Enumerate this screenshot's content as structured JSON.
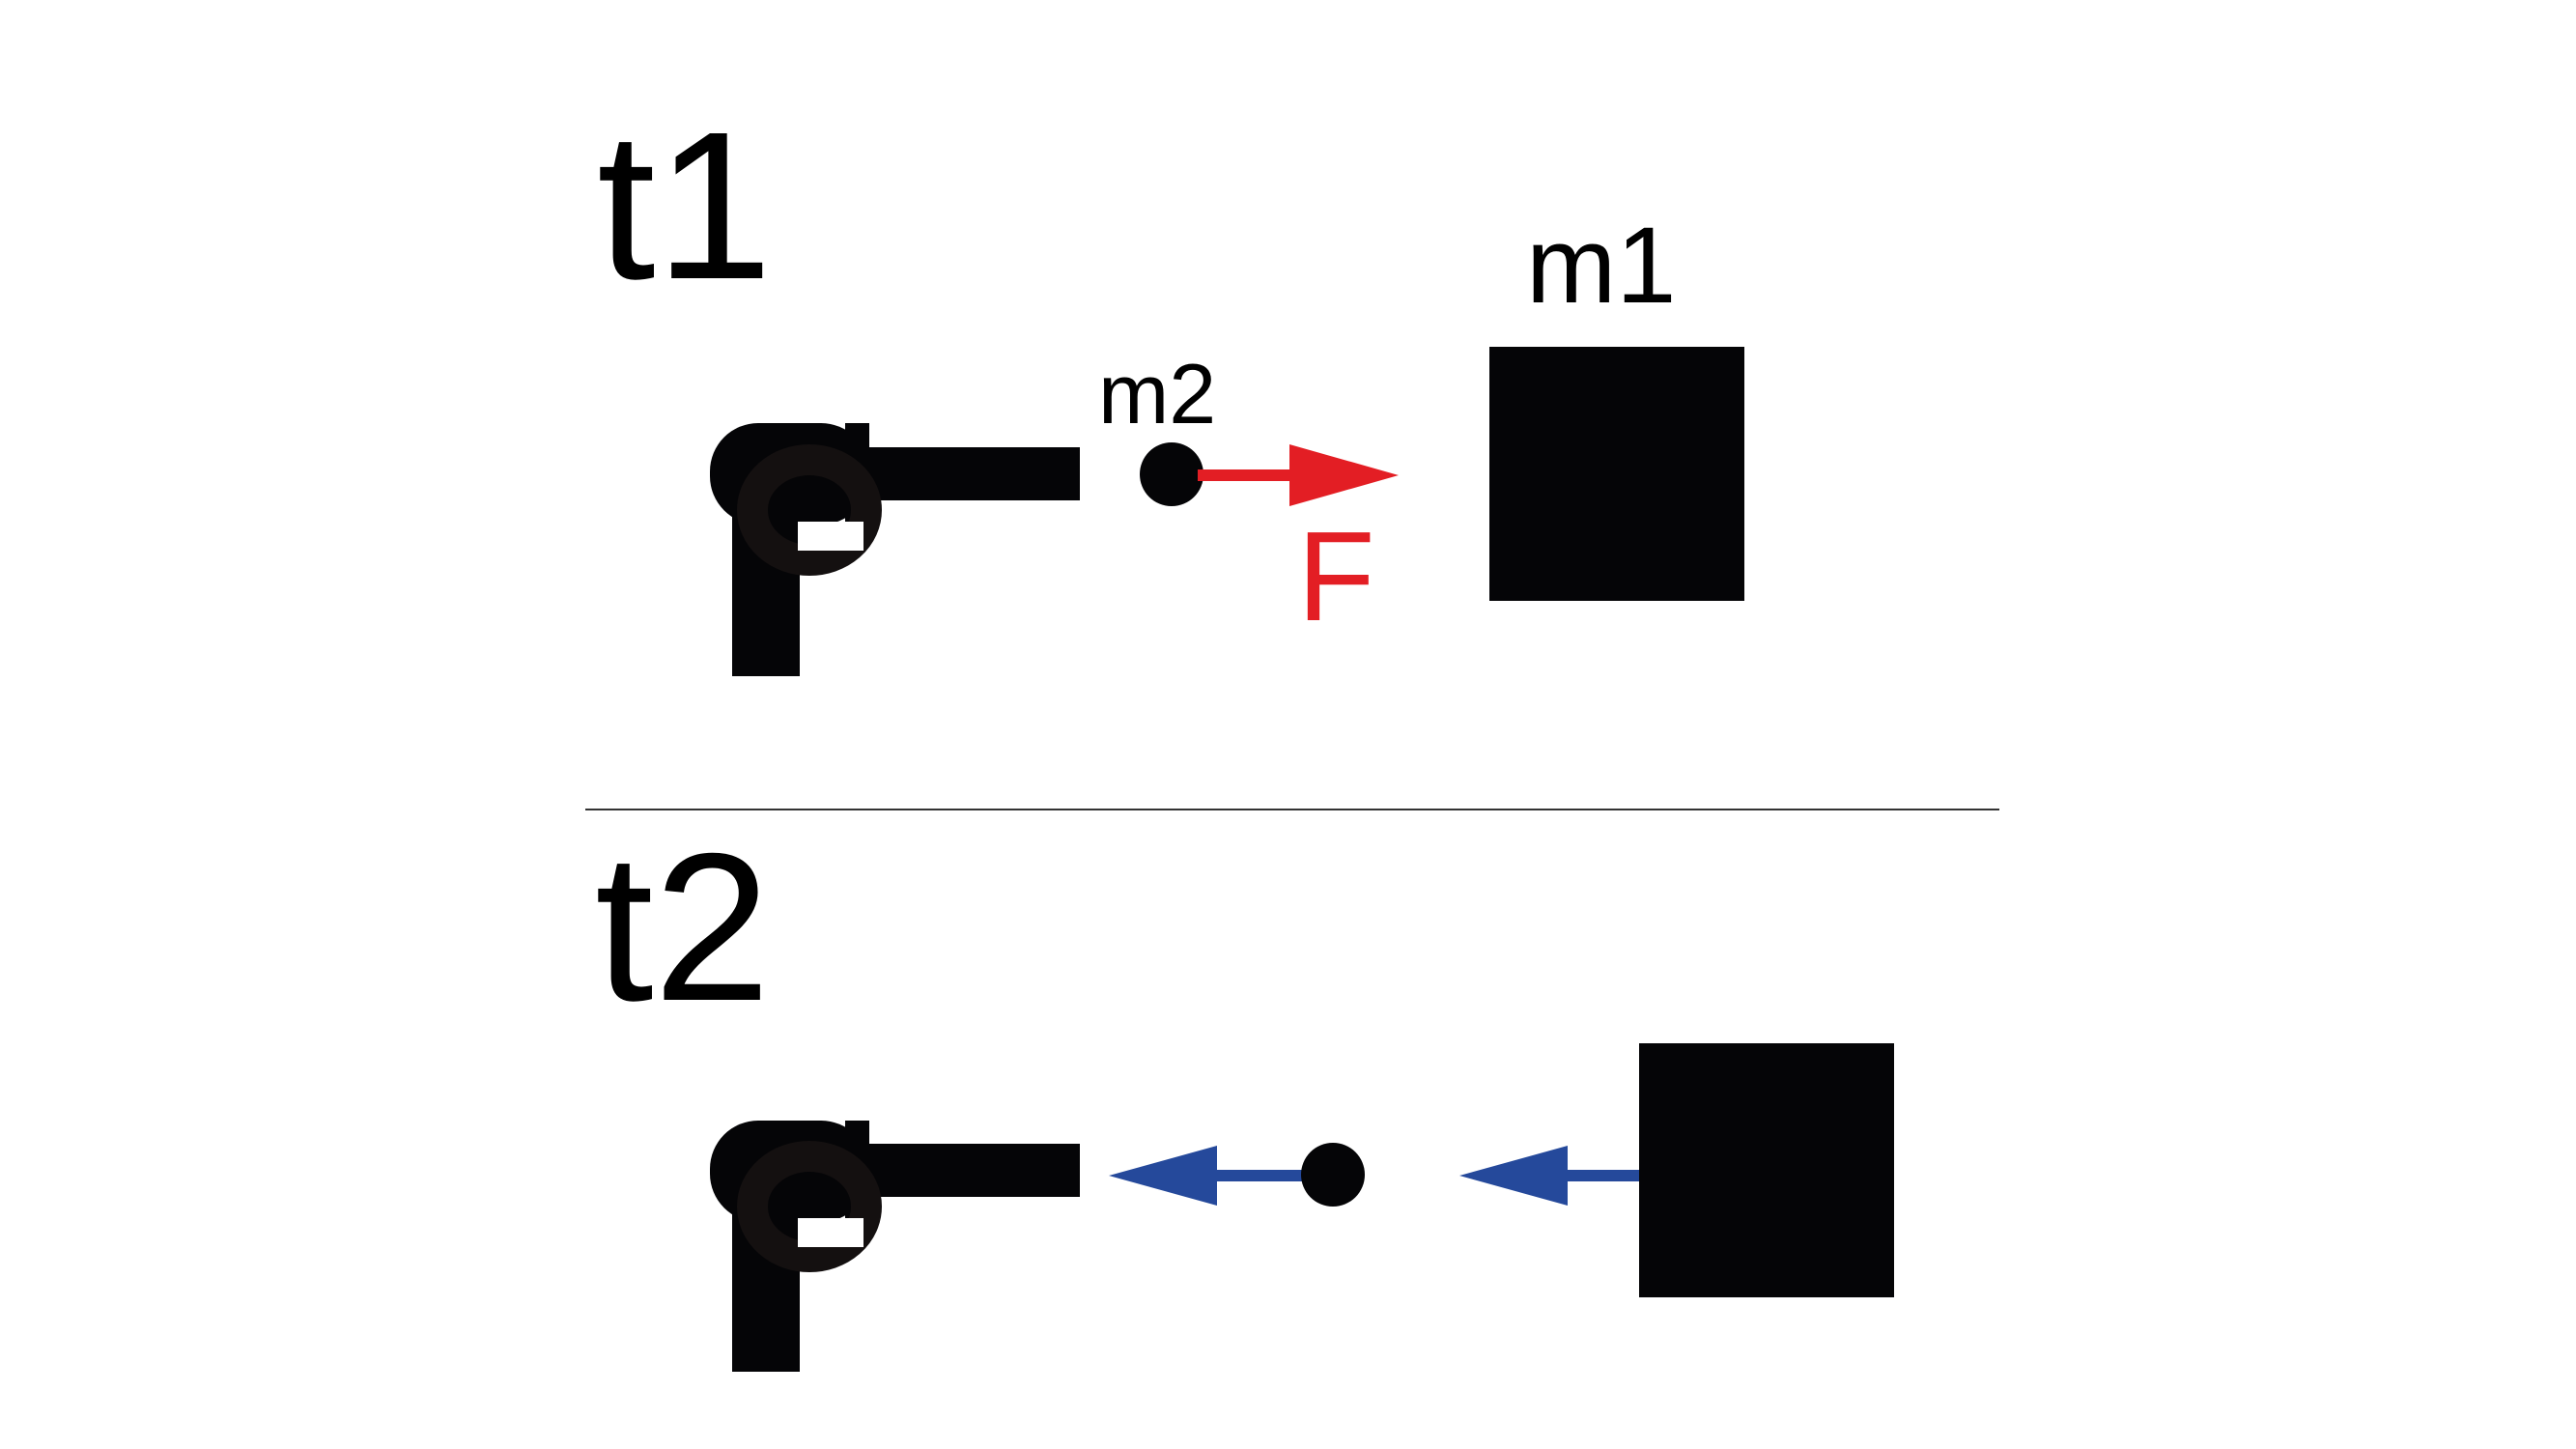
{
  "panels": {
    "t1": {
      "label": "t1",
      "particle_label": "m2",
      "block_label": "m1",
      "force_label": "F",
      "force_color": "#e31e24"
    },
    "t2": {
      "label": "t2",
      "arrow_color": "#25499b"
    }
  },
  "colors": {
    "ink": "#050507",
    "divider": "#333333"
  },
  "icons": {
    "gun": "gun-icon",
    "particle": "particle-icon",
    "block": "block-icon"
  }
}
